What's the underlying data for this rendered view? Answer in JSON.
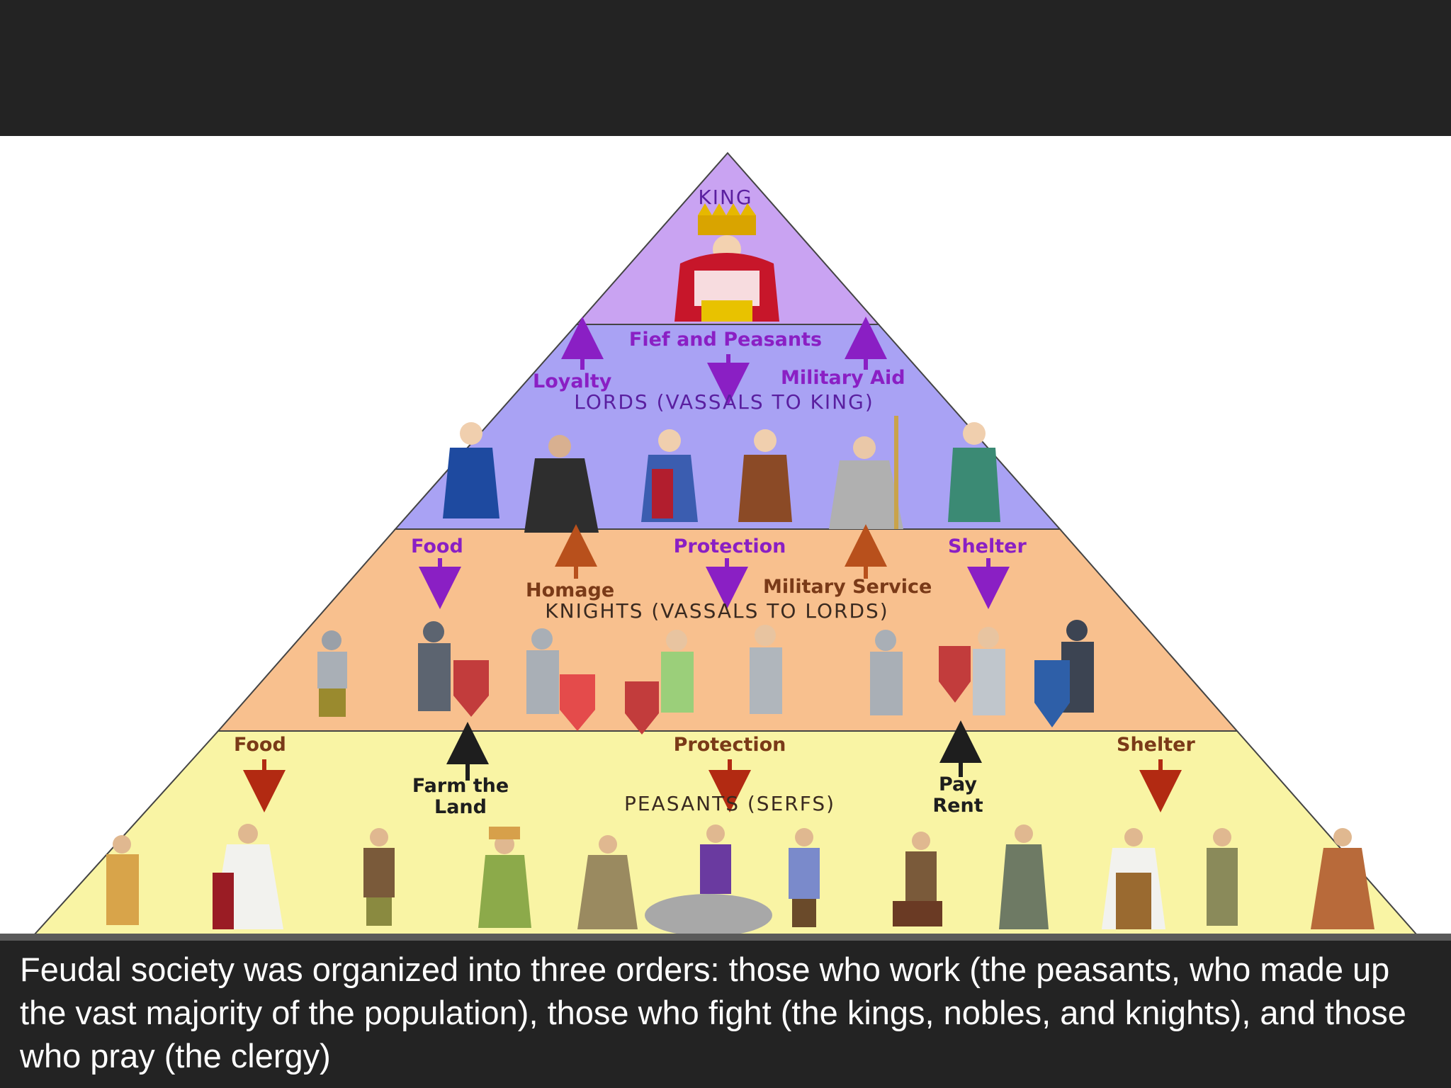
{
  "pyramid": {
    "king_title": "KING",
    "lords": {
      "up_left": "Loyalty",
      "top_center": "Fief and Peasants",
      "up_right": "Military Aid",
      "title": "LORDS (VASSALS TO KING)"
    },
    "knights": {
      "down_left": "Food",
      "up_left": "Homage",
      "down_center": "Protection",
      "up_right": "Military Service",
      "down_right": "Shelter",
      "title": "KNIGHTS (VASSALS TO LORDS)"
    },
    "peasants": {
      "down_left": "Food",
      "up_left_line1": "Farm the",
      "up_left_line2": "Land",
      "down_center": "Protection",
      "up_right_line1": "Pay",
      "up_right_line2": "Rent",
      "down_right": "Shelter",
      "title": "PEASANTS (SERFS)"
    },
    "colors": {
      "king_tier": "#c9a3f2",
      "lords_tier": "#a9a2f4",
      "knights_tier": "#f8c08e",
      "peasants_tier": "#f9f4a4",
      "purple_arrow": "#8a1fc4",
      "orange_arrow": "#b8501c",
      "red_arrow": "#b22a12",
      "black_arrow": "#1e1e1e"
    }
  },
  "caption": "Feudal society was organized into three orders:  those who work (the peasants, who made up the vast majority of the population), those who fight (the kings, nobles, and knights), and those who pray (the clergy)"
}
